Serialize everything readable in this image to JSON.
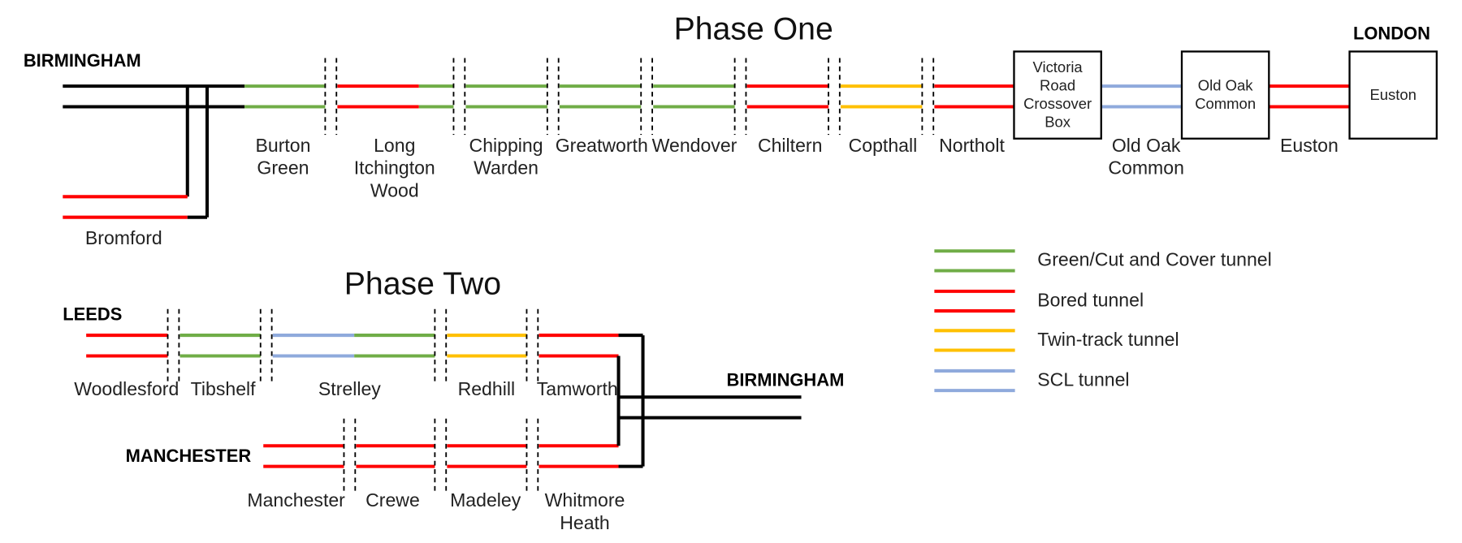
{
  "colors": {
    "green": "#70ad47",
    "red": "#ff0000",
    "yellow": "#ffc000",
    "blue": "#8faadc",
    "black": "#000000"
  },
  "phase_one": {
    "title": "Phase One",
    "start_label": "BIRMINGHAM",
    "end_label": "LONDON",
    "branch_label": "Bromford",
    "sections": [
      {
        "label": "Burton\nGreen",
        "type": "green"
      },
      {
        "label": "Long\nItchington\nWood",
        "type": "red+green"
      },
      {
        "label": "Chipping\nWarden",
        "type": "green"
      },
      {
        "label": "Greatworth",
        "type": "green"
      },
      {
        "label": "Wendover",
        "type": "green"
      },
      {
        "label": "Chiltern",
        "type": "red"
      },
      {
        "label": "Copthall",
        "type": "yellow"
      },
      {
        "label": "Northolt",
        "type": "red"
      },
      {
        "label": "Old Oak\nCommon",
        "type": "blue"
      },
      {
        "label": "Euston",
        "type": "red"
      }
    ],
    "boxes": [
      "Victoria\nRoad\nCrossover\nBox",
      "Old Oak\nCommon",
      "Euston"
    ]
  },
  "phase_two": {
    "title": "Phase Two",
    "leeds_label": "LEEDS",
    "manchester_label": "MANCHESTER",
    "birmingham_label": "BIRMINGHAM",
    "leeds_sections": [
      {
        "label": "Woodlesford",
        "type": "red"
      },
      {
        "label": "Tibshelf",
        "type": "green"
      },
      {
        "label": "Strelley",
        "type": "blue+green"
      },
      {
        "label": "Redhill",
        "type": "yellow"
      },
      {
        "label": "Tamworth",
        "type": "red"
      }
    ],
    "manchester_sections": [
      {
        "label": "Manchester",
        "type": "red"
      },
      {
        "label": "Crewe",
        "type": "red"
      },
      {
        "label": "Madeley",
        "type": "red"
      },
      {
        "label": "Whitmore\nHeath",
        "type": "red"
      }
    ]
  },
  "legend": [
    {
      "label": "Green/Cut and Cover tunnel",
      "color": "green"
    },
    {
      "label": "Bored tunnel",
      "color": "red"
    },
    {
      "label": "Twin-track tunnel",
      "color": "yellow"
    },
    {
      "label": "SCL tunnel",
      "color": "blue"
    }
  ]
}
